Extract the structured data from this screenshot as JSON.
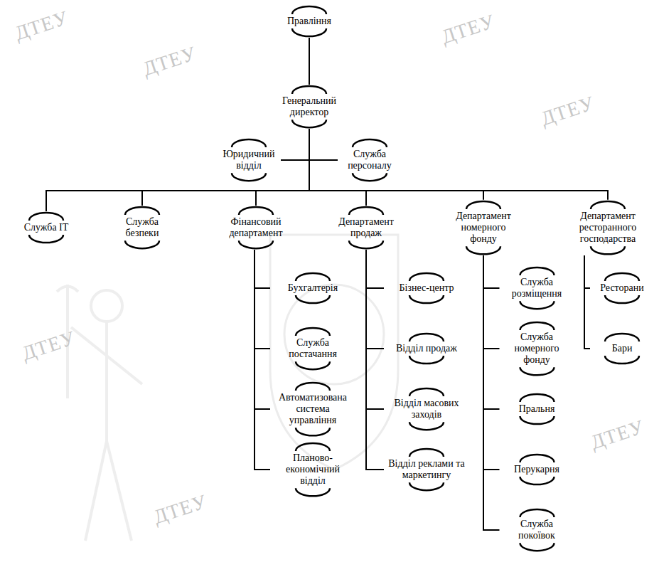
{
  "diagram": {
    "nodes": [
      {
        "text": [
          "Правління"
        ]
      },
      {
        "text": [
          "Генеральний директор"
        ]
      },
      {
        "text": [
          "Юридичний відділ"
        ]
      },
      {
        "text": [
          "Служба персоналу"
        ]
      },
      {
        "text": [
          "Служба ІТ"
        ]
      },
      {
        "text": [
          "Служба безпеки"
        ]
      },
      {
        "text": [
          "Фінансовий департамент"
        ]
      },
      {
        "text": [
          "Департамент продаж"
        ]
      },
      {
        "text": [
          "Департамент номерного фонду"
        ]
      },
      {
        "text": [
          "Департамент ресторанного господарства"
        ]
      },
      {
        "text": [
          "Бухгалтерія"
        ]
      },
      {
        "text": [
          "Бізнес-центр"
        ]
      },
      {
        "text": [
          "Служба розміщення"
        ]
      },
      {
        "text": [
          "Ресторани"
        ]
      },
      {
        "text": [
          "Служба постачання"
        ]
      },
      {
        "text": [
          "Відділ продаж"
        ]
      },
      {
        "text": [
          "Служба номерного фонду"
        ]
      },
      {
        "text": [
          "Бари"
        ]
      },
      {
        "text": [
          "Автоматизована система управління"
        ]
      },
      {
        "text": [
          "Відділ масових заходів"
        ]
      },
      {
        "text": [
          "Пральня"
        ]
      },
      {
        "text": [
          "Планово-економічний відділ"
        ]
      },
      {
        "text": [
          "Відділ реклами та маркетингу"
        ]
      },
      {
        "text": [
          "Перукарня"
        ]
      },
      {
        "text": [
          "Служба покоївок"
        ]
      }
    ],
    "edges": [
      {
        "from": 0,
        "to": 1,
        "arrow": "none"
      },
      {
        "from": 1,
        "to": 2,
        "arrow": "none"
      },
      {
        "from": 1,
        "to": 3,
        "arrow": "none"
      },
      {
        "from": 1,
        "to": 4,
        "arrow": "none"
      },
      {
        "from": 1,
        "to": 5,
        "arrow": "none"
      },
      {
        "from": 1,
        "to": 6,
        "arrow": "none"
      },
      {
        "from": 1,
        "to": 7,
        "arrow": "none"
      },
      {
        "from": 1,
        "to": 8,
        "arrow": "none"
      },
      {
        "from": 1,
        "to": 9,
        "arrow": "none"
      },
      {
        "from": 6,
        "to": 10,
        "arrow": "none"
      },
      {
        "from": 6,
        "to": 14,
        "arrow": "none"
      },
      {
        "from": 6,
        "to": 18,
        "arrow": "none"
      },
      {
        "from": 6,
        "to": 21,
        "arrow": "none"
      },
      {
        "from": 7,
        "to": 11,
        "arrow": "none"
      },
      {
        "from": 7,
        "to": 15,
        "arrow": "none"
      },
      {
        "from": 7,
        "to": 19,
        "arrow": "none"
      },
      {
        "from": 7,
        "to": 22,
        "arrow": "none"
      },
      {
        "from": 8,
        "to": 12,
        "arrow": "none"
      },
      {
        "from": 8,
        "to": 16,
        "arrow": "none"
      },
      {
        "from": 8,
        "to": 20,
        "arrow": "none"
      },
      {
        "from": 8,
        "to": 23,
        "arrow": "none"
      },
      {
        "from": 8,
        "to": 24,
        "arrow": "none"
      },
      {
        "from": 9,
        "to": 13,
        "arrow": "none"
      },
      {
        "from": 9,
        "to": 17,
        "arrow": "none"
      }
    ],
    "labels": [
      "ДТЕУ",
      "ДТЕУ",
      "ДТЕУ",
      "ДТЕУ",
      "ДТЕУ",
      "ДТЕУ",
      "ДТЕУ"
    ]
  }
}
